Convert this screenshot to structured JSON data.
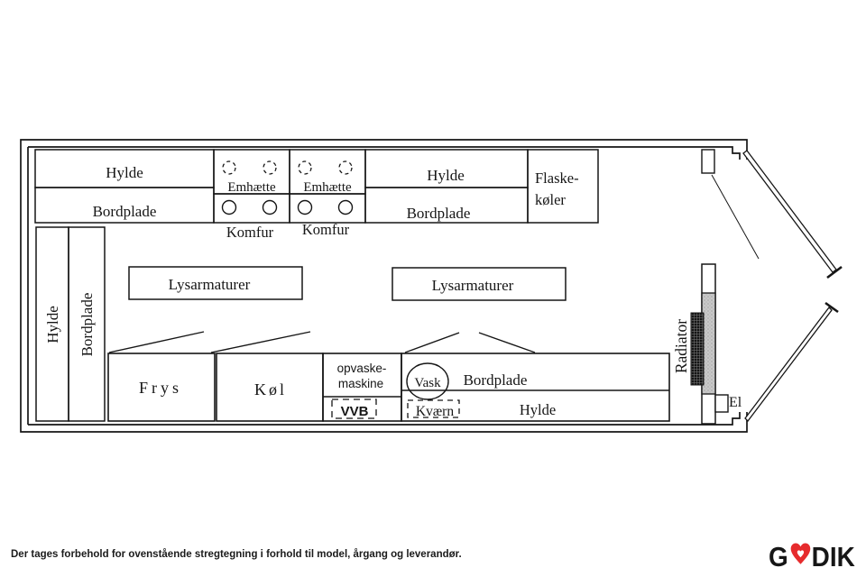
{
  "plan": {
    "top_band": {
      "shelf_left": "Hylde",
      "counter_left": "Bordplade",
      "hoods": [
        "Emhætte",
        "Emhætte"
      ],
      "stoves": [
        "Komfur",
        "Komfur"
      ],
      "shelf_mid": "Hylde",
      "counter_mid": "Bordplade",
      "bottle_cooler": {
        "line1": "Flaske-",
        "line2": "køler"
      }
    },
    "left_wall": {
      "shelf": "Hylde",
      "counter": "Bordplade"
    },
    "ceiling": {
      "light_left": "Lysarmaturer",
      "light_right": "Lysarmaturer"
    },
    "bottom_band": {
      "freezer": "Frys",
      "fridge": "Køl",
      "dishwasher": {
        "line1": "opvaske-",
        "line2": "maskine"
      },
      "water_heater": "VVB",
      "sink": "Vask",
      "counter": "Bordplade",
      "grinder": "Kværn",
      "shelf": "Hylde"
    },
    "right_wall": {
      "radiator": "Radiator",
      "electricity": "El"
    }
  },
  "footer": {
    "disclaimer": "Der tages forbehold for ovenstående stregtegning i forhold til model, årgang og leverandør.",
    "logo": {
      "prefix": "G",
      "suffix": "DIK",
      "green": "#1ca350",
      "red": "#e62b2d"
    }
  }
}
